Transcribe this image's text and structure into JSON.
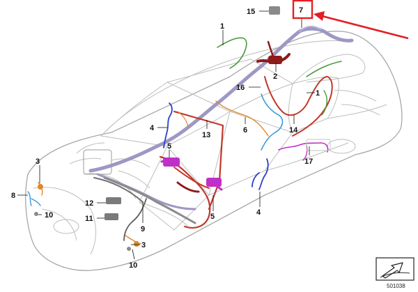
{
  "diagram": {
    "reference_number": "501038",
    "highlighted_callout": "7",
    "colors": {
      "highlight_red": "#e31e24",
      "main_harness_purple": "#9d98c4",
      "red_harness": "#c0392b",
      "dark_red": "#8e1a1a",
      "green": "#4a9a3a",
      "blue": "#3a9ad9",
      "dark_blue": "#2b3fc9",
      "orange": "#e0872a",
      "magenta": "#c030c8",
      "gray_part": "#7a7a7a"
    },
    "callouts": [
      {
        "id": "c1a",
        "label": "1"
      },
      {
        "id": "c1b",
        "label": "1"
      },
      {
        "id": "c2",
        "label": "2"
      },
      {
        "id": "c3a",
        "label": "3"
      },
      {
        "id": "c3b",
        "label": "3"
      },
      {
        "id": "c4a",
        "label": "4"
      },
      {
        "id": "c4b",
        "label": "4"
      },
      {
        "id": "c5a",
        "label": "5"
      },
      {
        "id": "c5b",
        "label": "5"
      },
      {
        "id": "c6",
        "label": "6"
      },
      {
        "id": "c7",
        "label": "7"
      },
      {
        "id": "c8",
        "label": "8"
      },
      {
        "id": "c9",
        "label": "9"
      },
      {
        "id": "c10a",
        "label": "10"
      },
      {
        "id": "c10b",
        "label": "10"
      },
      {
        "id": "c11",
        "label": "11"
      },
      {
        "id": "c12",
        "label": "12"
      },
      {
        "id": "c13",
        "label": "13"
      },
      {
        "id": "c14",
        "label": "14"
      },
      {
        "id": "c15",
        "label": "15"
      },
      {
        "id": "c16",
        "label": "16"
      },
      {
        "id": "c17",
        "label": "17"
      }
    ]
  }
}
